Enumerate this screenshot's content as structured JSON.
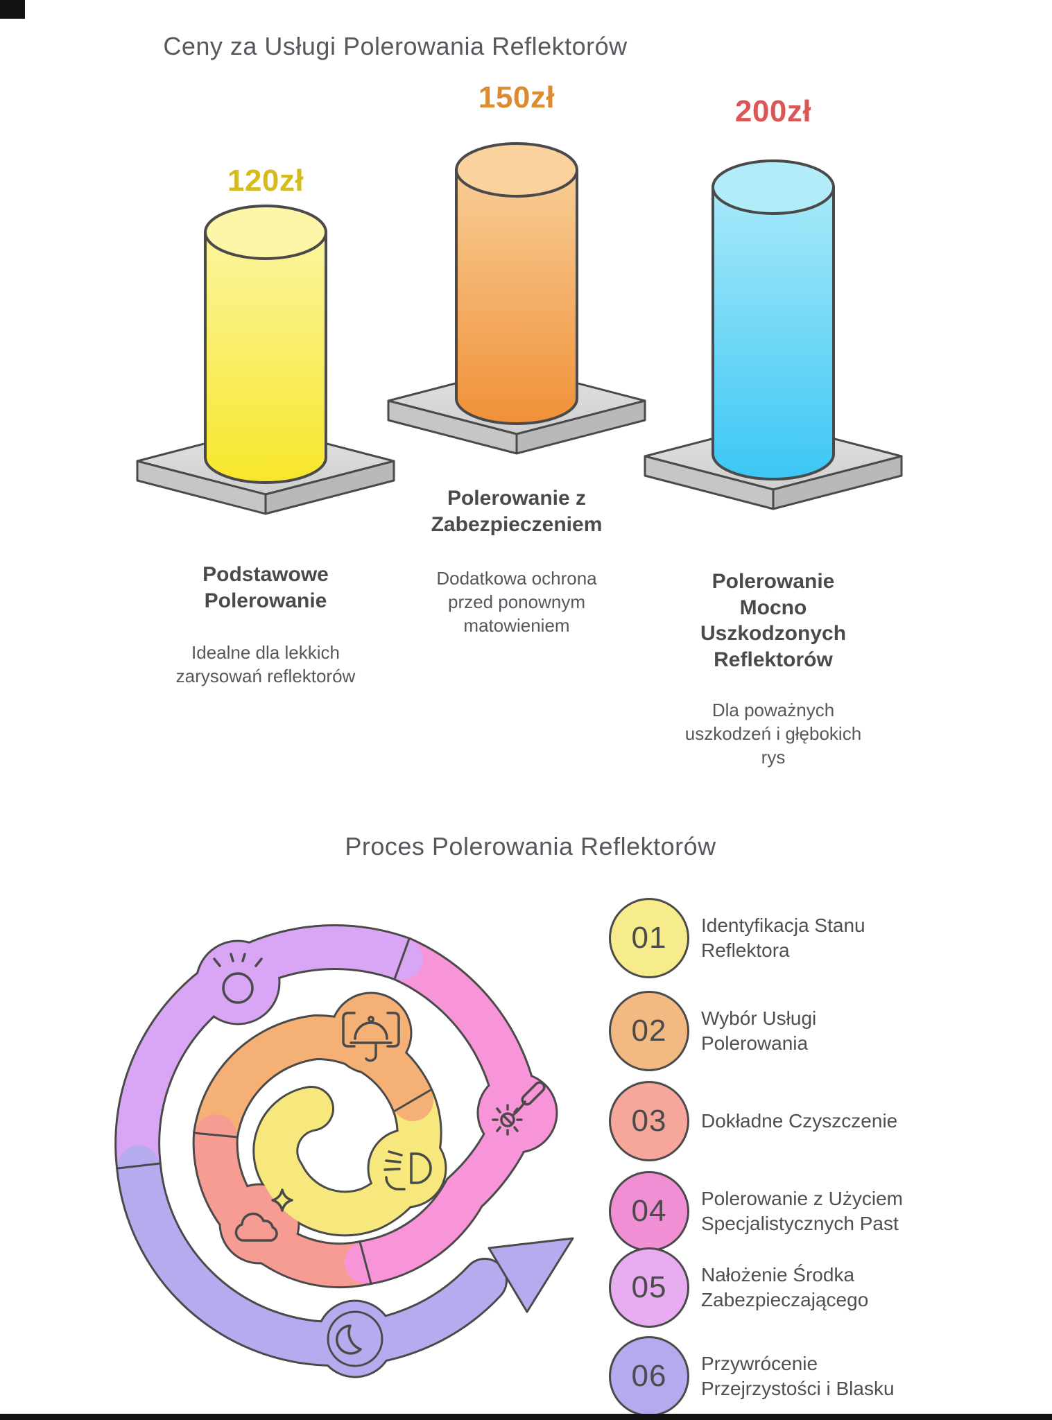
{
  "pricing": {
    "title": "Ceny za Usługi Polerowania Reflektorów",
    "services": [
      {
        "price": "120zł",
        "price_color": "#d6bb1d",
        "name": "Podstawowe Polerowanie",
        "description": "Idealne dla lekkich zarysowań reflektorów",
        "bar_color": "#f8e62b"
      },
      {
        "price": "150zł",
        "price_color": "#dd8b30",
        "name": "Polerowanie z Zabezpieczeniem",
        "description": "Dodatkowa ochrona przed ponownym matowieniem",
        "bar_color": "#f09138"
      },
      {
        "price": "200zł",
        "price_color": "#dc5656",
        "name": "Polerowanie Mocno Uszkodzonych Reflektorów",
        "description": "Dla poważnych uszkodzeń i głębokich rys",
        "bar_color": "#3cc7f5"
      }
    ]
  },
  "process": {
    "title": "Proces Polerowania Reflektorów",
    "steps": [
      {
        "number": "01",
        "label": "Identyfikacja Stanu Reflektora",
        "color": "#f7ec8b"
      },
      {
        "number": "02",
        "label": "Wybór Usługi Polerowania",
        "color": "#f3b983"
      },
      {
        "number": "03",
        "label": "Dokładne Czyszczenie",
        "color": "#f6a69b"
      },
      {
        "number": "04",
        "label": "Polerowanie z Użyciem Specjalistycznych Past",
        "color": "#f18fd5"
      },
      {
        "number": "05",
        "label": "Nałożenie Środka Zabezpieczającego",
        "color": "#e7adf0"
      },
      {
        "number": "06",
        "label": "Przywrócenie Przejrzystości i Blasku",
        "color": "#b6aaef"
      }
    ]
  },
  "spiral_colors": {
    "step1_yellow": "#f6e87c",
    "step2_orange": "#f5b175",
    "step3_salmon": "#f79c92",
    "step4_pink": "#f895d8",
    "step5_violet": "#d9a5f5",
    "step6_periwinkle": "#b7abf0",
    "outline": "#4a4a4a"
  },
  "chart_data": {
    "type": "bar",
    "title": "Ceny za Usługi Polerowania Reflektorów",
    "categories": [
      "Podstawowe Polerowanie",
      "Polerowanie z Zabezpieczeniem",
      "Polerowanie Mocno Uszkodzonych Reflektorów"
    ],
    "values": [
      120,
      150,
      200
    ],
    "unit": "zł",
    "bar_colors": [
      "#f8e62b",
      "#f09138",
      "#3cc7f5"
    ],
    "legend_position": "none",
    "grid": false
  }
}
